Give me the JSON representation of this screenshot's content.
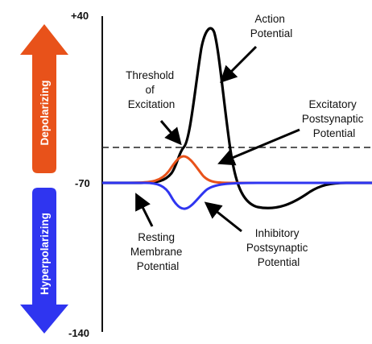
{
  "colors": {
    "depolarizing": "#e8521a",
    "hyperpolarizing": "#2f35f0",
    "action_potential": "#000000",
    "epsp": "#e8521a",
    "ipsp": "#2f35f0",
    "threshold_line": "#222222"
  },
  "arrows": {
    "up_label": "Depolarizing",
    "down_label": "Hyperpolarizing"
  },
  "axis": {
    "ticks": [
      "+40",
      "-70",
      "-140"
    ]
  },
  "labels": {
    "action_potential": [
      "Action",
      "Potential"
    ],
    "threshold": [
      "Threshold",
      "of",
      "Excitation"
    ],
    "epsp": [
      "Excitatory",
      "Postsynaptic",
      "Potential"
    ],
    "resting": [
      "Resting",
      "Membrane",
      "Potential"
    ],
    "ipsp": [
      "Inhibitory",
      "Postsynaptic",
      "Potential"
    ]
  }
}
